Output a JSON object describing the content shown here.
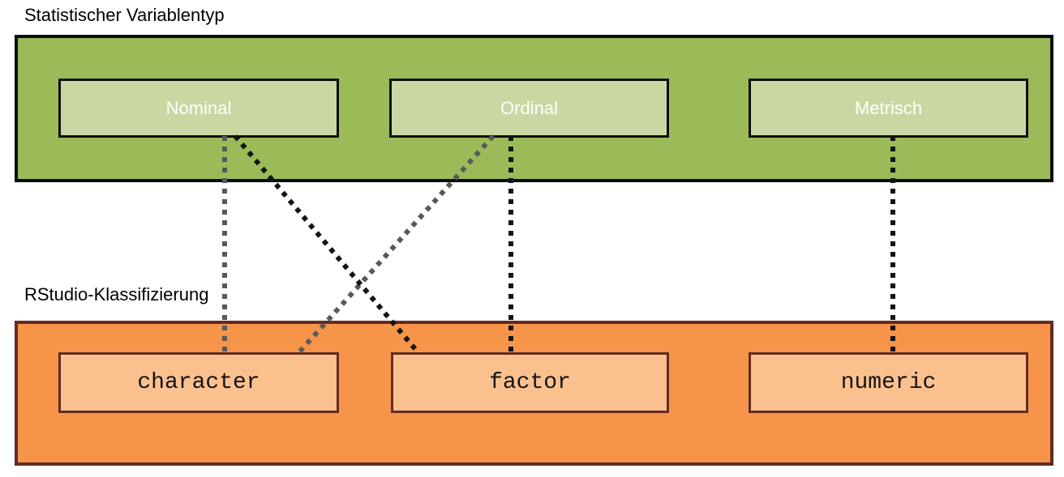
{
  "diagram": {
    "top_group": {
      "label": "Statistischer Variablentyp",
      "fill": "#9bbb59",
      "item_fill": "#c9d8a3",
      "border_color": "#0d0d0d",
      "items": [
        {
          "id": "nominal",
          "label": "Nominal"
        },
        {
          "id": "ordinal",
          "label": "Ordinal"
        },
        {
          "id": "metrisch",
          "label": "Metrisch"
        }
      ]
    },
    "bottom_group": {
      "label": "RStudio-Klassifizierung",
      "fill": "#f6954a",
      "item_fill": "#fac18f",
      "border_color": "#632b22",
      "items": [
        {
          "id": "character",
          "label": "character"
        },
        {
          "id": "factor",
          "label": "factor"
        },
        {
          "id": "numeric",
          "label": "numeric"
        }
      ]
    },
    "connections": [
      {
        "from": "nominal",
        "to": "character",
        "style": "dotted",
        "color": "#595959"
      },
      {
        "from": "ordinal",
        "to": "character",
        "style": "dotted",
        "color": "#595959"
      },
      {
        "from": "nominal",
        "to": "factor",
        "style": "dotted",
        "color": "#141414"
      },
      {
        "from": "ordinal",
        "to": "factor",
        "style": "dotted",
        "color": "#141414"
      },
      {
        "from": "metrisch",
        "to": "numeric",
        "style": "dotted",
        "color": "#141414"
      }
    ]
  }
}
